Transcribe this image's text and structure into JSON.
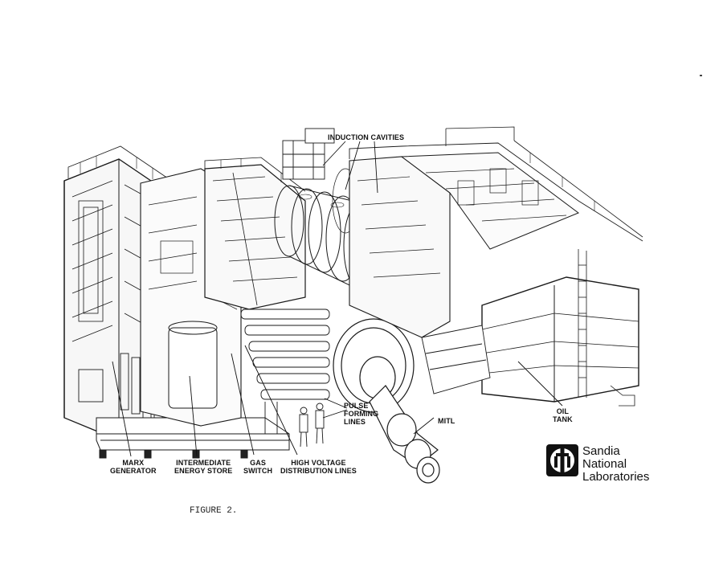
{
  "labels": {
    "induction_cavities": "INDUCTION CAVITIES",
    "pulse_forming_lines": [
      "PULSE",
      "FORMING",
      "LINES"
    ],
    "oil_tank": [
      "OIL",
      "TANK"
    ],
    "mitl": "MITL",
    "marx_generator": [
      "MARX",
      "GENERATOR"
    ],
    "intermediate_energy_store": [
      "INTERMEDIATE",
      "ENERGY STORE"
    ],
    "gas_switch": [
      "GAS",
      "SWITCH"
    ],
    "hv_distribution_lines": [
      "HIGH VOLTAGE",
      "DISTRIBUTION LINES"
    ]
  },
  "logo": {
    "lines": [
      "Sandia",
      "National",
      "Laboratories"
    ]
  },
  "caption": "FIGURE 2."
}
